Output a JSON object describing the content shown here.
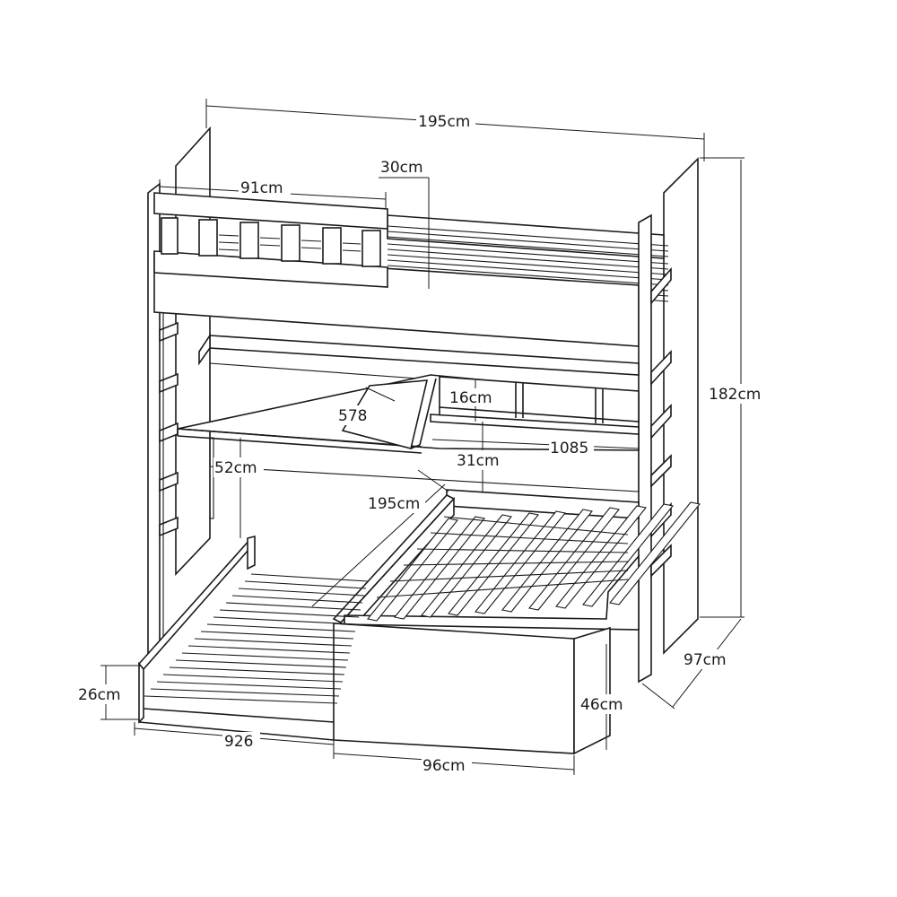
{
  "diagram": {
    "subject": "bunk bed with desk and trundle",
    "line_color": "#1a1a1a",
    "background": "#ffffff",
    "dimensions": {
      "overall_length": "195cm",
      "top_rail_depth": "30cm",
      "guard_rail_length": "91cm",
      "overall_height": "182cm",
      "desk_drawer_height": "16cm",
      "desk_top": "578",
      "desk_length": "1085",
      "desk_clearance": "31cm",
      "desk_height": "52cm",
      "lower_bed_length": "195cm",
      "overall_depth": "97cm",
      "trundle_height": "26cm",
      "trundle_front_height": "46cm",
      "trundle_length": "926",
      "trundle_width": "96cm"
    }
  }
}
